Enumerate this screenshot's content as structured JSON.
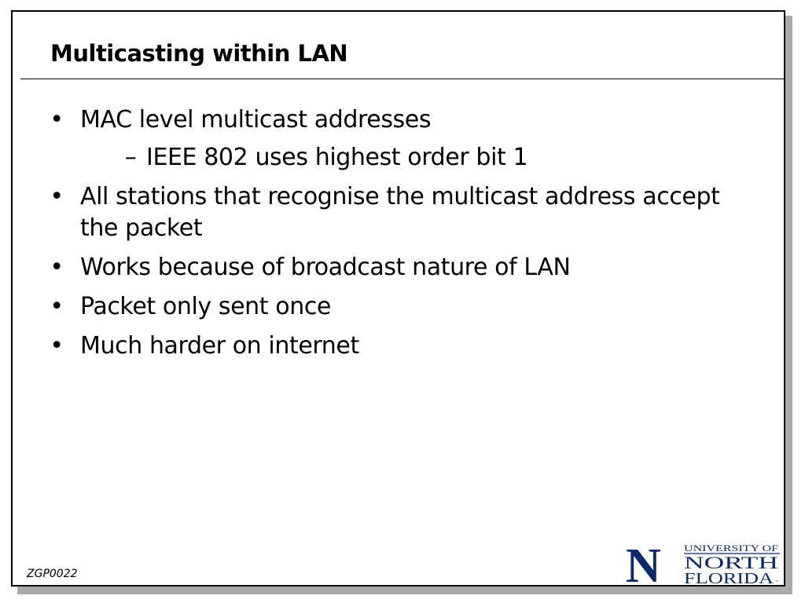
{
  "slide": {
    "title": "Multicasting within LAN",
    "bullet_glyph": "•",
    "dash_glyph": "–",
    "bullets": [
      {
        "text": "MAC level multicast addresses",
        "sub": "IEEE 802 uses highest order bit 1"
      },
      {
        "text": "All stations that recognise the multicast address accept the packet"
      },
      {
        "text": "Works because of broadcast nature of LAN"
      },
      {
        "text": "Packet only sent once"
      },
      {
        "text": "Much harder on internet"
      }
    ],
    "footer_code": "ZGP0022"
  },
  "logo": {
    "line1": "UNIVERSITY OF",
    "line2": "NORTH",
    "line3": "FLORIDA",
    "mark": "N",
    "tm": "™",
    "color": "#0a2a6e"
  }
}
